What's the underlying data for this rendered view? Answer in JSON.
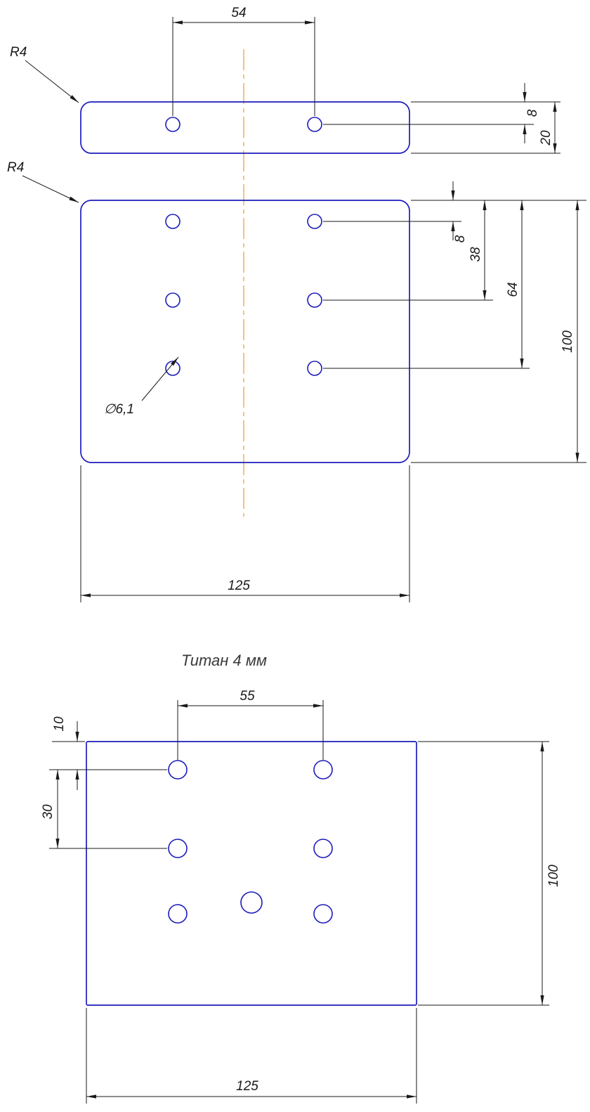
{
  "title": "Титан 4 мм",
  "top_view": {
    "radius_label_1": "R4",
    "radius_label_2": "R4",
    "hole_diameter_label": "∅6,1",
    "dim_hole_spacing": "54",
    "dim_strip_hole_offset": "8",
    "dim_strip_height": "20",
    "dim_plate_hole_offset": "8",
    "dim_row2_offset": "38",
    "dim_row3_offset": "64",
    "dim_plate_height": "100",
    "dim_plate_width": "125"
  },
  "bottom_view": {
    "dim_hole_spacing": "55",
    "dim_top_offset": "10",
    "dim_row_spacing": "30",
    "dim_plate_height": "100",
    "dim_plate_width": "125"
  },
  "colors": {
    "geometry": "#1d1dbb",
    "dimension": "#1a1a1a",
    "centerline": "#f2a33c"
  }
}
